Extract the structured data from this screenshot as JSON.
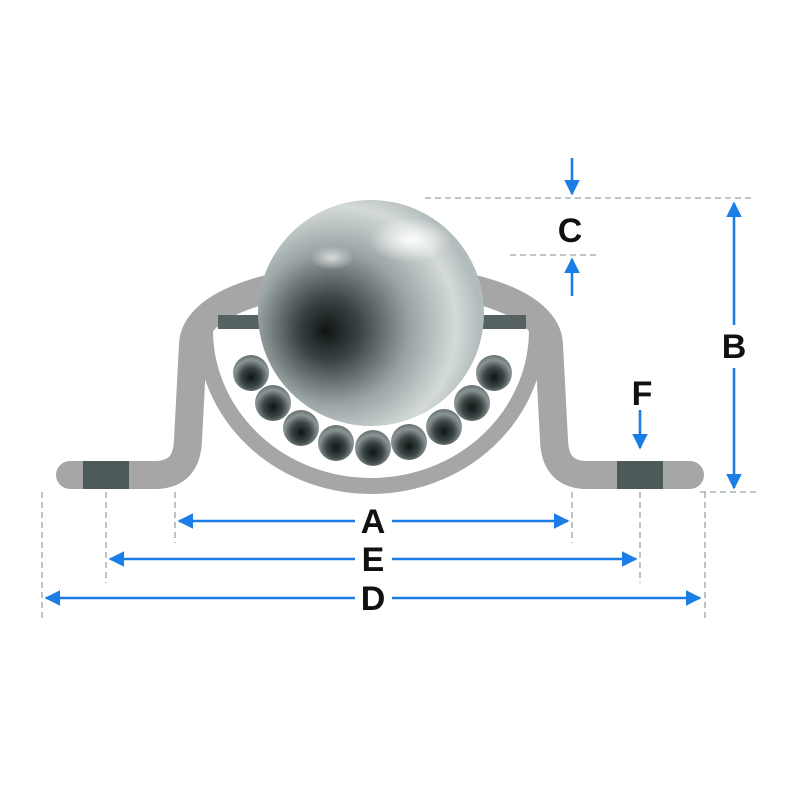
{
  "labels": {
    "a": "A",
    "b": "B",
    "c": "C",
    "d": "D",
    "e": "E",
    "f": "F"
  },
  "colors": {
    "dimension": "#1a7ee6",
    "housing": "#a6a6a6",
    "mount_hole": "#4d5a5a",
    "extension_line": "#9aa5a5",
    "label": "#111111"
  }
}
